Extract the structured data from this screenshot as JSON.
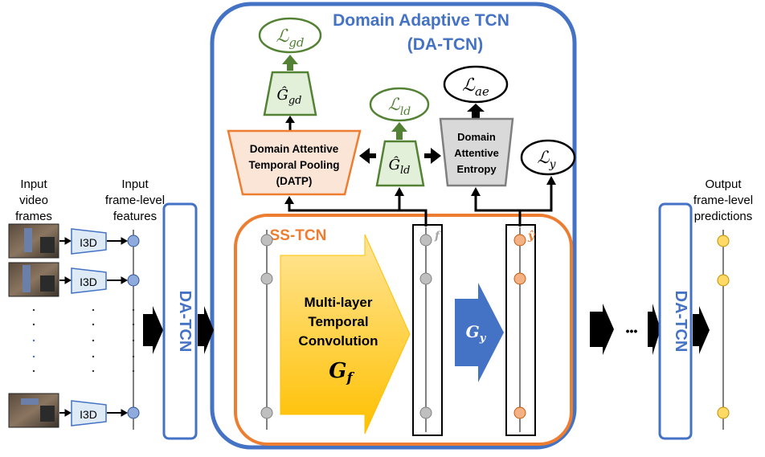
{
  "main_title_line1": "Domain Adaptive TCN",
  "main_title_line2": "(DA-TCN)",
  "left": {
    "input_frames_label": [
      "Input",
      "video",
      "frames"
    ],
    "input_features_label": [
      "Input",
      "frame-level",
      "features"
    ],
    "i3d_label": "I3D",
    "datcn_label": "DA-TCN"
  },
  "right": {
    "output_label": [
      "Output",
      "frame-level",
      "predictions"
    ],
    "datcn_label": "DA-TCN",
    "ellipsis": "•••"
  },
  "losses": {
    "gd": {
      "base": "ℒ",
      "sub": "gd"
    },
    "ld": {
      "base": "ℒ",
      "sub": "ld"
    },
    "ae": {
      "base": "ℒ",
      "sub": "ae"
    },
    "y": {
      "base": "ℒ",
      "sub": "y"
    }
  },
  "modules": {
    "g_gd": {
      "base": "Ĝ",
      "sub": "gd"
    },
    "g_ld": {
      "base": "Ĝ",
      "sub": "ld"
    },
    "datp": [
      "Domain Attentive",
      "Temporal Pooling",
      "(DATP)"
    ],
    "entropy": [
      "Domain",
      "Attentive",
      "Entropy"
    ]
  },
  "sstcn": {
    "title": "SS-TCN",
    "conv_label": [
      "Multi-layer",
      "Temporal",
      "Convolution"
    ],
    "gf": {
      "base": "G",
      "sub": "f"
    },
    "gy": {
      "base": "G",
      "sub": "y"
    },
    "f_label": "f",
    "y_label": "ŷ"
  },
  "colors": {
    "blue_border": "#4472c4",
    "orange_border": "#ed7d31",
    "green": "#548235",
    "green_light": "#e2f0d9",
    "datp_fill": "#fbe5d6",
    "gray_fill": "#d9d9d9",
    "i3d_fill": "#deebf7",
    "blue_node": "#8faadc",
    "gray_node": "#bfbfbf",
    "orange_node": "#f4b183",
    "yellow_node": "#ffd966",
    "conv_top": "#ffe699",
    "conv_bottom": "#ffc000",
    "gy_fill": "#4472c4"
  }
}
